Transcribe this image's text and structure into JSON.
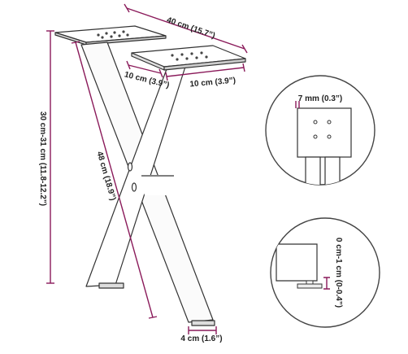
{
  "dimensions": {
    "plate_width": "40 cm (15.7”)",
    "plate_depth_left": "10 cm (3.9”)",
    "plate_depth_right": "10 cm (3.9”)",
    "height": "30 cm-31 cm (11.8-12.2”)",
    "leg_length": "48 cm (18.9”)",
    "foot_width": "4 cm (1.6”)",
    "plate_thickness": "7 mm (0.3”)",
    "adjustment": "0 cm-1 cm (0-0.4”)"
  },
  "colors": {
    "dimension_line": "#8a1a5a",
    "outline": "#333333",
    "detail_circle": "#444444"
  }
}
